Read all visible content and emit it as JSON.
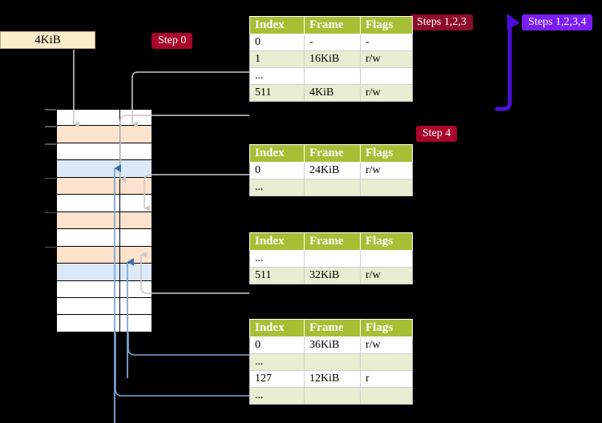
{
  "memory": {
    "size_box_label": "4KiB",
    "rows": [
      {
        "color": "white",
        "tick": true
      },
      {
        "color": "orange",
        "tick": true
      },
      {
        "color": "white",
        "tick": true
      },
      {
        "color": "blue",
        "tick": false
      },
      {
        "color": "orange",
        "tick": true
      },
      {
        "color": "white",
        "tick": false
      },
      {
        "color": "orange",
        "tick": true
      },
      {
        "color": "white",
        "tick": false
      },
      {
        "color": "orange",
        "tick": true
      },
      {
        "color": "blue",
        "tick": false
      },
      {
        "color": "white",
        "tick": false
      },
      {
        "color": "white",
        "tick": false
      },
      {
        "color": "white",
        "tick": false
      }
    ]
  },
  "badges": [
    {
      "id": "step0",
      "label": "Step 0",
      "color": "#a8062a"
    },
    {
      "id": "step4",
      "label": "Step 4",
      "color": "#a8062a"
    },
    {
      "id": "steps123",
      "label": "Steps 1,2,3",
      "color": "#8d0d2c"
    },
    {
      "id": "steps1234",
      "label": "Steps 1,2,3,4",
      "color": "#7a1ef5"
    }
  ],
  "tables": [
    {
      "id": "table-0",
      "headers": [
        "Index",
        "Frame",
        "Flags"
      ],
      "rows": [
        {
          "style": "plain",
          "highlight": false,
          "cells": [
            "0",
            "-",
            "-"
          ]
        },
        {
          "style": "alt",
          "highlight": false,
          "cells": [
            "1",
            "16KiB",
            "r/w"
          ]
        },
        {
          "style": "plain",
          "highlight": false,
          "cells": [
            "...",
            "",
            ""
          ]
        },
        {
          "style": "alt",
          "highlight": true,
          "cells": [
            "511",
            "4KiB",
            "r/w"
          ]
        }
      ]
    },
    {
      "id": "table-1",
      "headers": [
        "Index",
        "Frame",
        "Flags"
      ],
      "rows": [
        {
          "style": "plain",
          "highlight": false,
          "cells": [
            "0",
            "24KiB",
            "r/w"
          ]
        },
        {
          "style": "alt",
          "highlight": false,
          "cells": [
            "...",
            "",
            ""
          ]
        }
      ]
    },
    {
      "id": "table-2",
      "headers": [
        "Index",
        "Frame",
        "Flags"
      ],
      "rows": [
        {
          "style": "plain",
          "highlight": false,
          "cells": [
            "...",
            "",
            ""
          ]
        },
        {
          "style": "alt",
          "highlight": false,
          "cells": [
            "511",
            "32KiB",
            "r/w"
          ]
        }
      ]
    },
    {
      "id": "table-3",
      "headers": [
        "Index",
        "Frame",
        "Flags"
      ],
      "rows": [
        {
          "style": "plain",
          "highlight": false,
          "cells": [
            "0",
            "36KiB",
            "r/w"
          ]
        },
        {
          "style": "alt",
          "highlight": false,
          "cells": [
            "...",
            "",
            ""
          ]
        },
        {
          "style": "plain",
          "highlight": false,
          "cells": [
            "127",
            "12KiB",
            "r"
          ]
        },
        {
          "style": "alt",
          "highlight": false,
          "cells": [
            "...",
            "",
            ""
          ]
        }
      ]
    }
  ],
  "colors": {
    "table_header": "#a6c036",
    "table_alt_row": "#e8eed2",
    "highlight": "#fbf7a0",
    "memory_orange": "#fde3cd",
    "memory_blue": "#dbe8f8",
    "connector_gray": "#b8b8b8",
    "connector_blue": "#7fa6d4",
    "bracket_arrow": "#4b0fd8",
    "size_box_fill": "#fbeecb"
  }
}
